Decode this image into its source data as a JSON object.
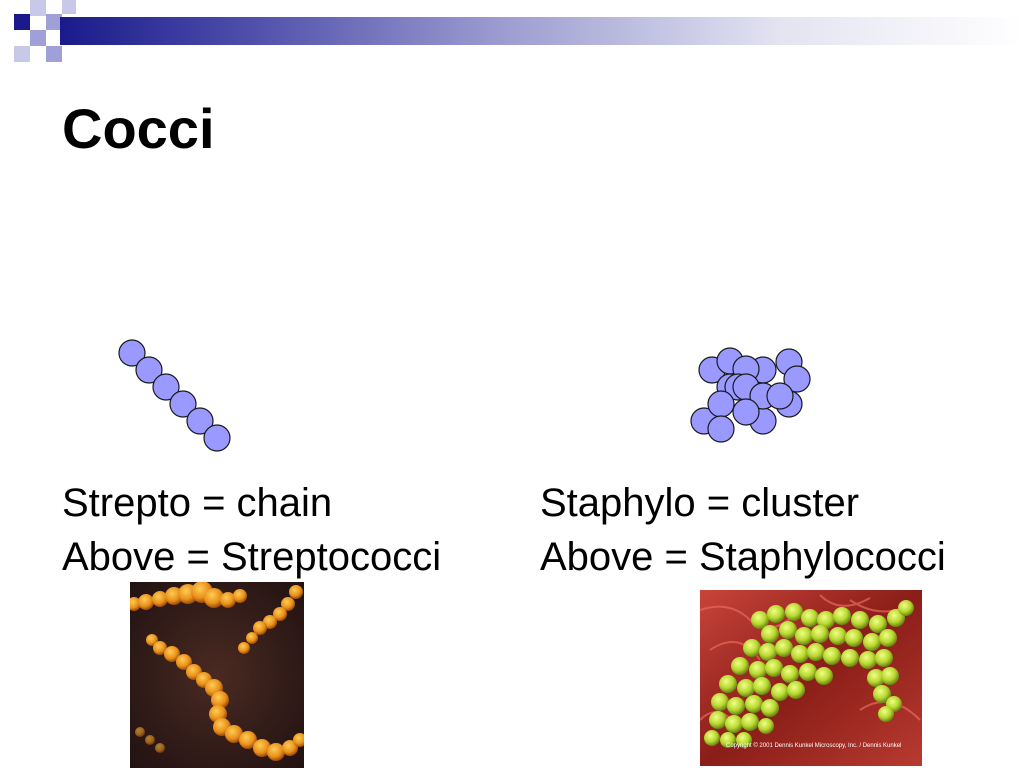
{
  "slide": {
    "title": "Cocci",
    "left_caption": {
      "line1": "Strepto = chain",
      "line2": "Above = Streptococci"
    },
    "right_caption": {
      "line1": "Staphylo = cluster",
      "line2": "Above = Staphylococci"
    },
    "right_photo_credit": "Copyright © 2001 Dennis Kunkel Microscopy, Inc. / Dennis Kunkel"
  },
  "colors": {
    "cocci_fill": "#9999ff",
    "cocci_stroke": "#1a1a1a",
    "header_dark": "#1a1a8c",
    "header_light": "#a0a0d8"
  }
}
